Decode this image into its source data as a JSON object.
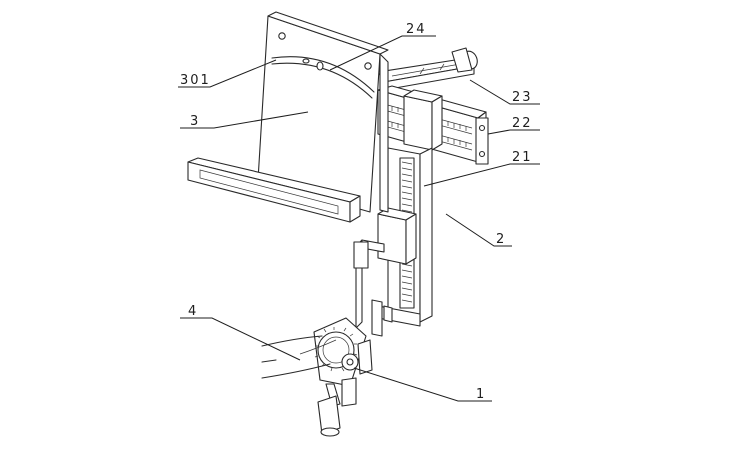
{
  "labels": {
    "l301": "301",
    "l3": "3",
    "l24": "24",
    "l23": "23",
    "l22": "22",
    "l21": "21",
    "l2": "2",
    "l4": "4",
    "l1": "1"
  }
}
